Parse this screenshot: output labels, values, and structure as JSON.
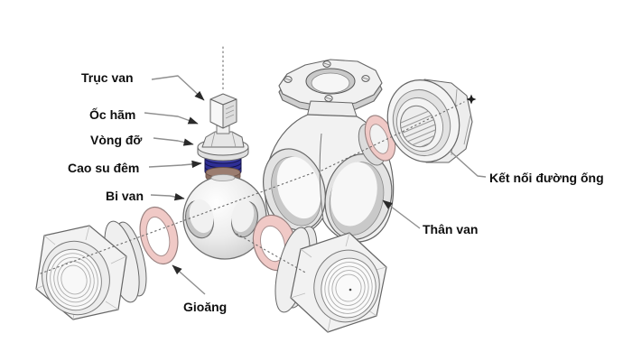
{
  "diagram": {
    "labels": {
      "truc_van": "Trục van",
      "oc_ham": "Ốc hãm",
      "vong_do": "Vòng đỡ",
      "cao_su_dem": "Cao su đêm",
      "bi_van": "Bi van",
      "gioang": "Gioăng",
      "ket_noi_duong_ong": "Kết nối đường ống",
      "than_van": "Thân van"
    },
    "colors": {
      "gasket_pink": "#f0c9c6",
      "gasket_outline": "#97807f",
      "seal_blue": "#2e2e94",
      "seal_blue_top": "#3d3da8",
      "seal_brown": "#9b7d70",
      "metal_light": "#f2f2f2",
      "outline_gray": "#666666",
      "leader_gray": "#8f8f8f",
      "label_text": "#0f0f0f",
      "background": "#ffffff"
    }
  }
}
